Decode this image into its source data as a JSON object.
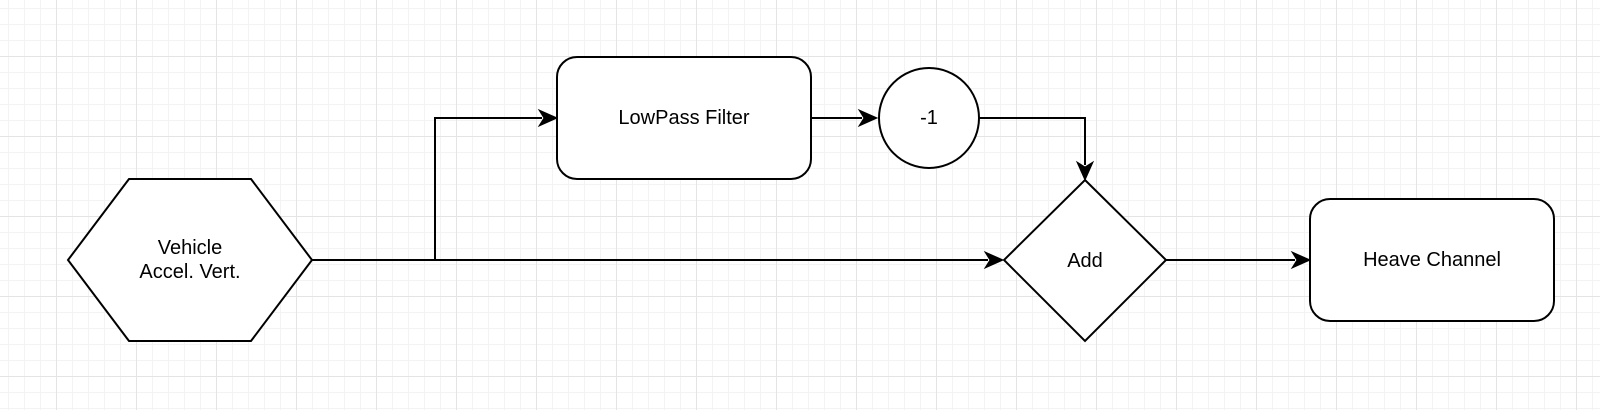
{
  "diagram": {
    "nodes": {
      "input": {
        "line1": "Vehicle",
        "line2": "Accel. Vert."
      },
      "filter": {
        "label": "LowPass Filter"
      },
      "negate": {
        "label": "-1"
      },
      "add": {
        "label": "Add"
      },
      "output": {
        "label": "Heave Channel"
      }
    },
    "colors": {
      "stroke": "#000000",
      "fill": "#ffffff",
      "grid": "#e4e4e4"
    }
  }
}
